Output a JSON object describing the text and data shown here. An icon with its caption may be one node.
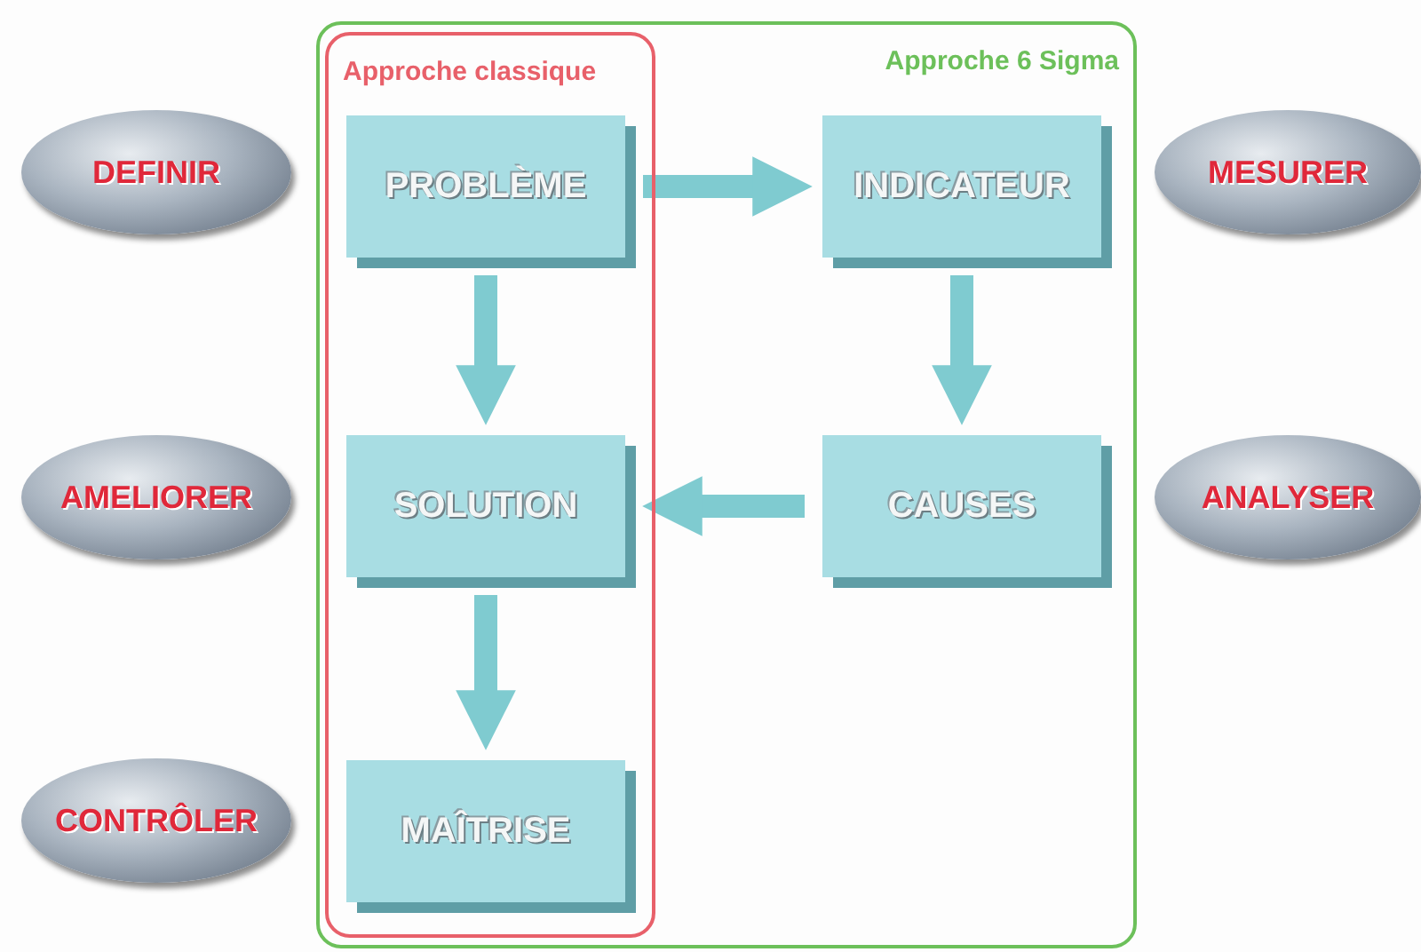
{
  "diagram": {
    "nodes": [
      {
        "text": [
          "Approche 6 Sigma"
        ]
      },
      {
        "text": [
          "Approche classique"
        ],
        "in": 0
      },
      {
        "text": [
          "DEFINIR"
        ]
      },
      {
        "text": [
          "PROBLÈME"
        ],
        "in": 1
      },
      {
        "text": [
          "INDICATEUR"
        ],
        "in": 0
      },
      {
        "text": [
          "MESURER"
        ]
      },
      {
        "text": [
          "AMELIORER"
        ]
      },
      {
        "text": [
          "SOLUTION"
        ],
        "in": 1
      },
      {
        "text": [
          "CAUSES"
        ],
        "in": 0
      },
      {
        "text": [
          "ANALYSER"
        ]
      },
      {
        "text": [
          "CONTRÔLER"
        ]
      },
      {
        "text": [
          "MAÎTRISE"
        ],
        "in": 1
      }
    ],
    "edges": [
      {
        "from": 3,
        "to": 4,
        "arrow": "to"
      },
      {
        "from": 3,
        "to": 7,
        "arrow": "to"
      },
      {
        "from": 4,
        "to": 8,
        "arrow": "to"
      },
      {
        "from": 8,
        "to": 7,
        "arrow": "to"
      },
      {
        "from": 7,
        "to": 11,
        "arrow": "to"
      }
    ]
  }
}
